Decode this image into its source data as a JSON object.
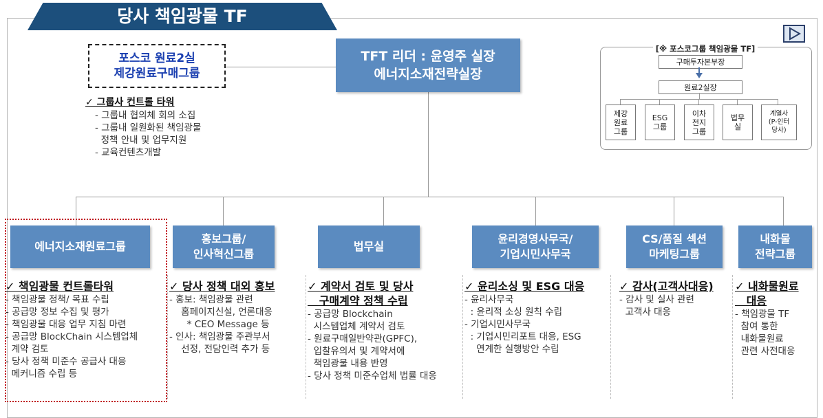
{
  "title": "당사 책임광물 TF",
  "leader": {
    "line1": "TFT 리더 : 윤영주 실장",
    "line2": "에너지소재전략실장"
  },
  "posco_box": {
    "line1": "포스코 원료2실",
    "line2": "제강원료구매그룹"
  },
  "posco_notes": {
    "heading": "✓ 그룹사 컨트롤 타워",
    "items": [
      "- 그룹내 협의체 회의 소집",
      "- 그룹내 일원화된 책임광물",
      "  정책 안내 및 업무지원",
      "- 교육컨텐츠개발"
    ]
  },
  "inset": {
    "title": "[※ 포스코그룹 책임광물 TF]",
    "top": "구매투자본부장",
    "mid": "원료2실장",
    "children": [
      [
        "제강",
        "원료",
        "그룹"
      ],
      [
        "ESG",
        "그룹"
      ],
      [
        "이차",
        "전지",
        "그룹"
      ],
      [
        "법무",
        "실"
      ],
      [
        "계열사",
        "(P-인터",
        "당사)"
      ]
    ]
  },
  "departments": [
    {
      "name": [
        "에너지소재원료그룹"
      ],
      "heading": [
        "✓ 책임광물 컨트롤타워"
      ],
      "items": [
        "- 책임광물 정책/ 목표 수립",
        "- 공급망 정보 수집 및 평가",
        "- 책임광물 대응 업무 지침 마련",
        "- 공급망 BlockChain 시스템업체",
        "  계약 검토",
        "- 당사 정책 미준수 공급사 대응",
        "  메커니즘 수립 등"
      ]
    },
    {
      "name": [
        "홍보그룹/",
        "인사혁신그룹"
      ],
      "heading": [
        "✓ 당사 정책 대외 홍보"
      ],
      "items": [
        "- 홍보: 책임광물 관련",
        "    홈페이지신설, 언론대응",
        "      * CEO Message 등",
        "- 인사: 책임광물 주관부서",
        "    선정, 전담인력 추가 등"
      ]
    },
    {
      "name": [
        "법무실"
      ],
      "heading": [
        "✓ 계약서 검토 및 당사",
        "   구매계약 정책 수립"
      ],
      "items": [
        "- 공급망 Blockchain",
        "  시스템업체 계약서 검토",
        "- 원료구매일반약관(GPFC),",
        "  입찰유의서 및 계약서에",
        "  책임광물 내용 반영",
        "- 당사 정책 미준수업체 법률 대응"
      ]
    },
    {
      "name": [
        "윤리경영사무국/",
        "기업시민사무국"
      ],
      "heading": [
        "✓ 윤리소싱 및 ESG 대응"
      ],
      "items": [
        "- 윤리사무국",
        "  : 윤리적 소싱 원칙 수립",
        "- 기업시민사무국",
        "  : 기업시민리포트 대응, ESG",
        "    연계한 실행방안 수립"
      ]
    },
    {
      "name": [
        "CS/품질 섹션",
        "마케팅그룹"
      ],
      "heading": [
        "✓ 감사(고객사대응)"
      ],
      "items": [
        "- 감사 및 실사 관련",
        "  고객사 대응"
      ]
    },
    {
      "name": [
        "내화물",
        "전략그룹"
      ],
      "heading": [
        "✓ 내화물원료",
        "   대응"
      ],
      "items": [
        "- 책임광물 TF",
        "  참여 통한",
        "  내화물원료",
        "  관련 사전대응"
      ]
    }
  ]
}
